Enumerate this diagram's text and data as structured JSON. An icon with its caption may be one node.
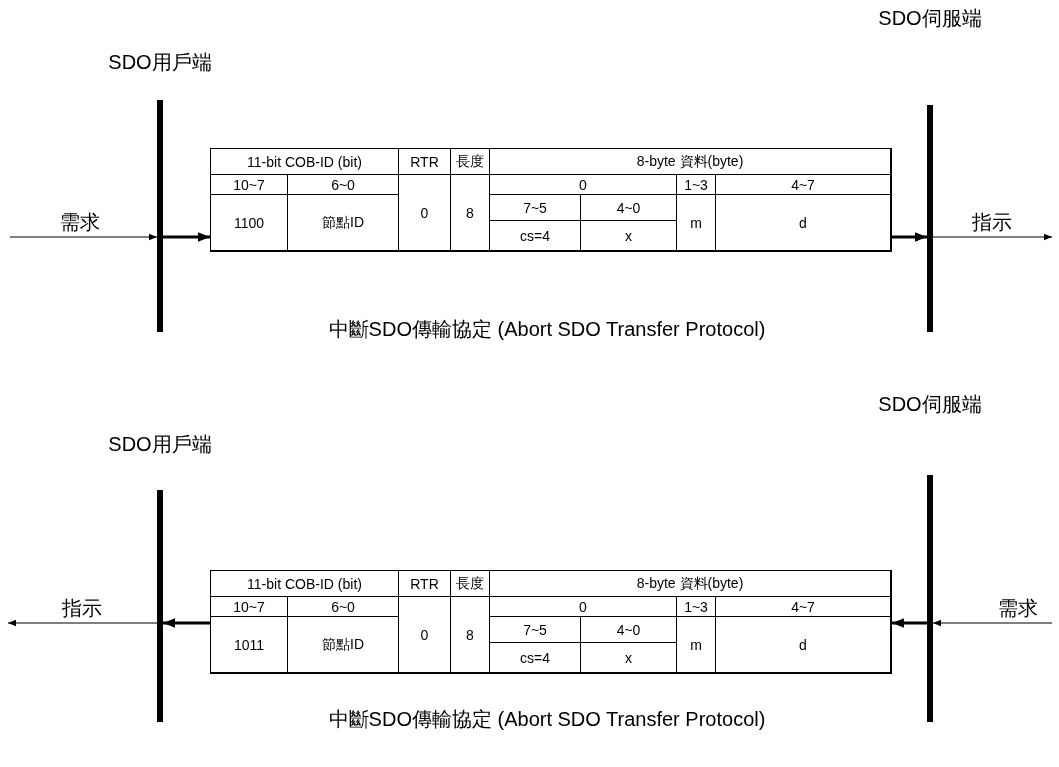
{
  "diagram": {
    "nodes": [
      {
        "text": [
          "SDO用戶端"
        ]
      },
      {
        "text": [
          "SDO伺服端"
        ]
      },
      {
        "text": [
          "11-bit COB-ID (bit)",
          "RTR",
          "長度",
          "8-byte 資料(byte)",
          "10~7",
          "6~0",
          "0",
          "1~3",
          "4~7",
          "1100",
          "節點ID",
          "0",
          "8",
          "7~5",
          "4~0",
          "m",
          "d",
          "cs=4",
          "x"
        ]
      },
      {
        "text": [
          "SDO用戶端"
        ]
      },
      {
        "text": [
          "SDO伺服端"
        ]
      },
      {
        "text": [
          "11-bit COB-ID (bit)",
          "RTR",
          "長度",
          "8-byte 資料(byte)",
          "10~7",
          "6~0",
          "0",
          "1~3",
          "4~7",
          "1011",
          "節點ID",
          "0",
          "8",
          "7~5",
          "4~0",
          "m",
          "d",
          "cs=4",
          "x"
        ]
      }
    ],
    "edges": [
      {
        "from": null,
        "to": 0,
        "arrow": "to",
        "label": "需求"
      },
      {
        "from": 0,
        "to": 2,
        "arrow": "to",
        "style": "thick"
      },
      {
        "from": 2,
        "to": 1,
        "arrow": "to",
        "style": "thick"
      },
      {
        "from": 1,
        "to": null,
        "arrow": "to",
        "label": "指示"
      },
      {
        "from": null,
        "to": 4,
        "arrow": "to",
        "label": "需求"
      },
      {
        "from": 4,
        "to": 5,
        "arrow": "to",
        "style": "thick"
      },
      {
        "from": 5,
        "to": 3,
        "arrow": "to",
        "style": "thick"
      },
      {
        "from": 3,
        "to": null,
        "arrow": "to",
        "label": "指示"
      }
    ],
    "labels": [
      "中斷SDO傳輸協定 (Abort SDO Transfer Protocol)",
      "中斷SDO傳輸協定 (Abort SDO Transfer Protocol)"
    ]
  }
}
